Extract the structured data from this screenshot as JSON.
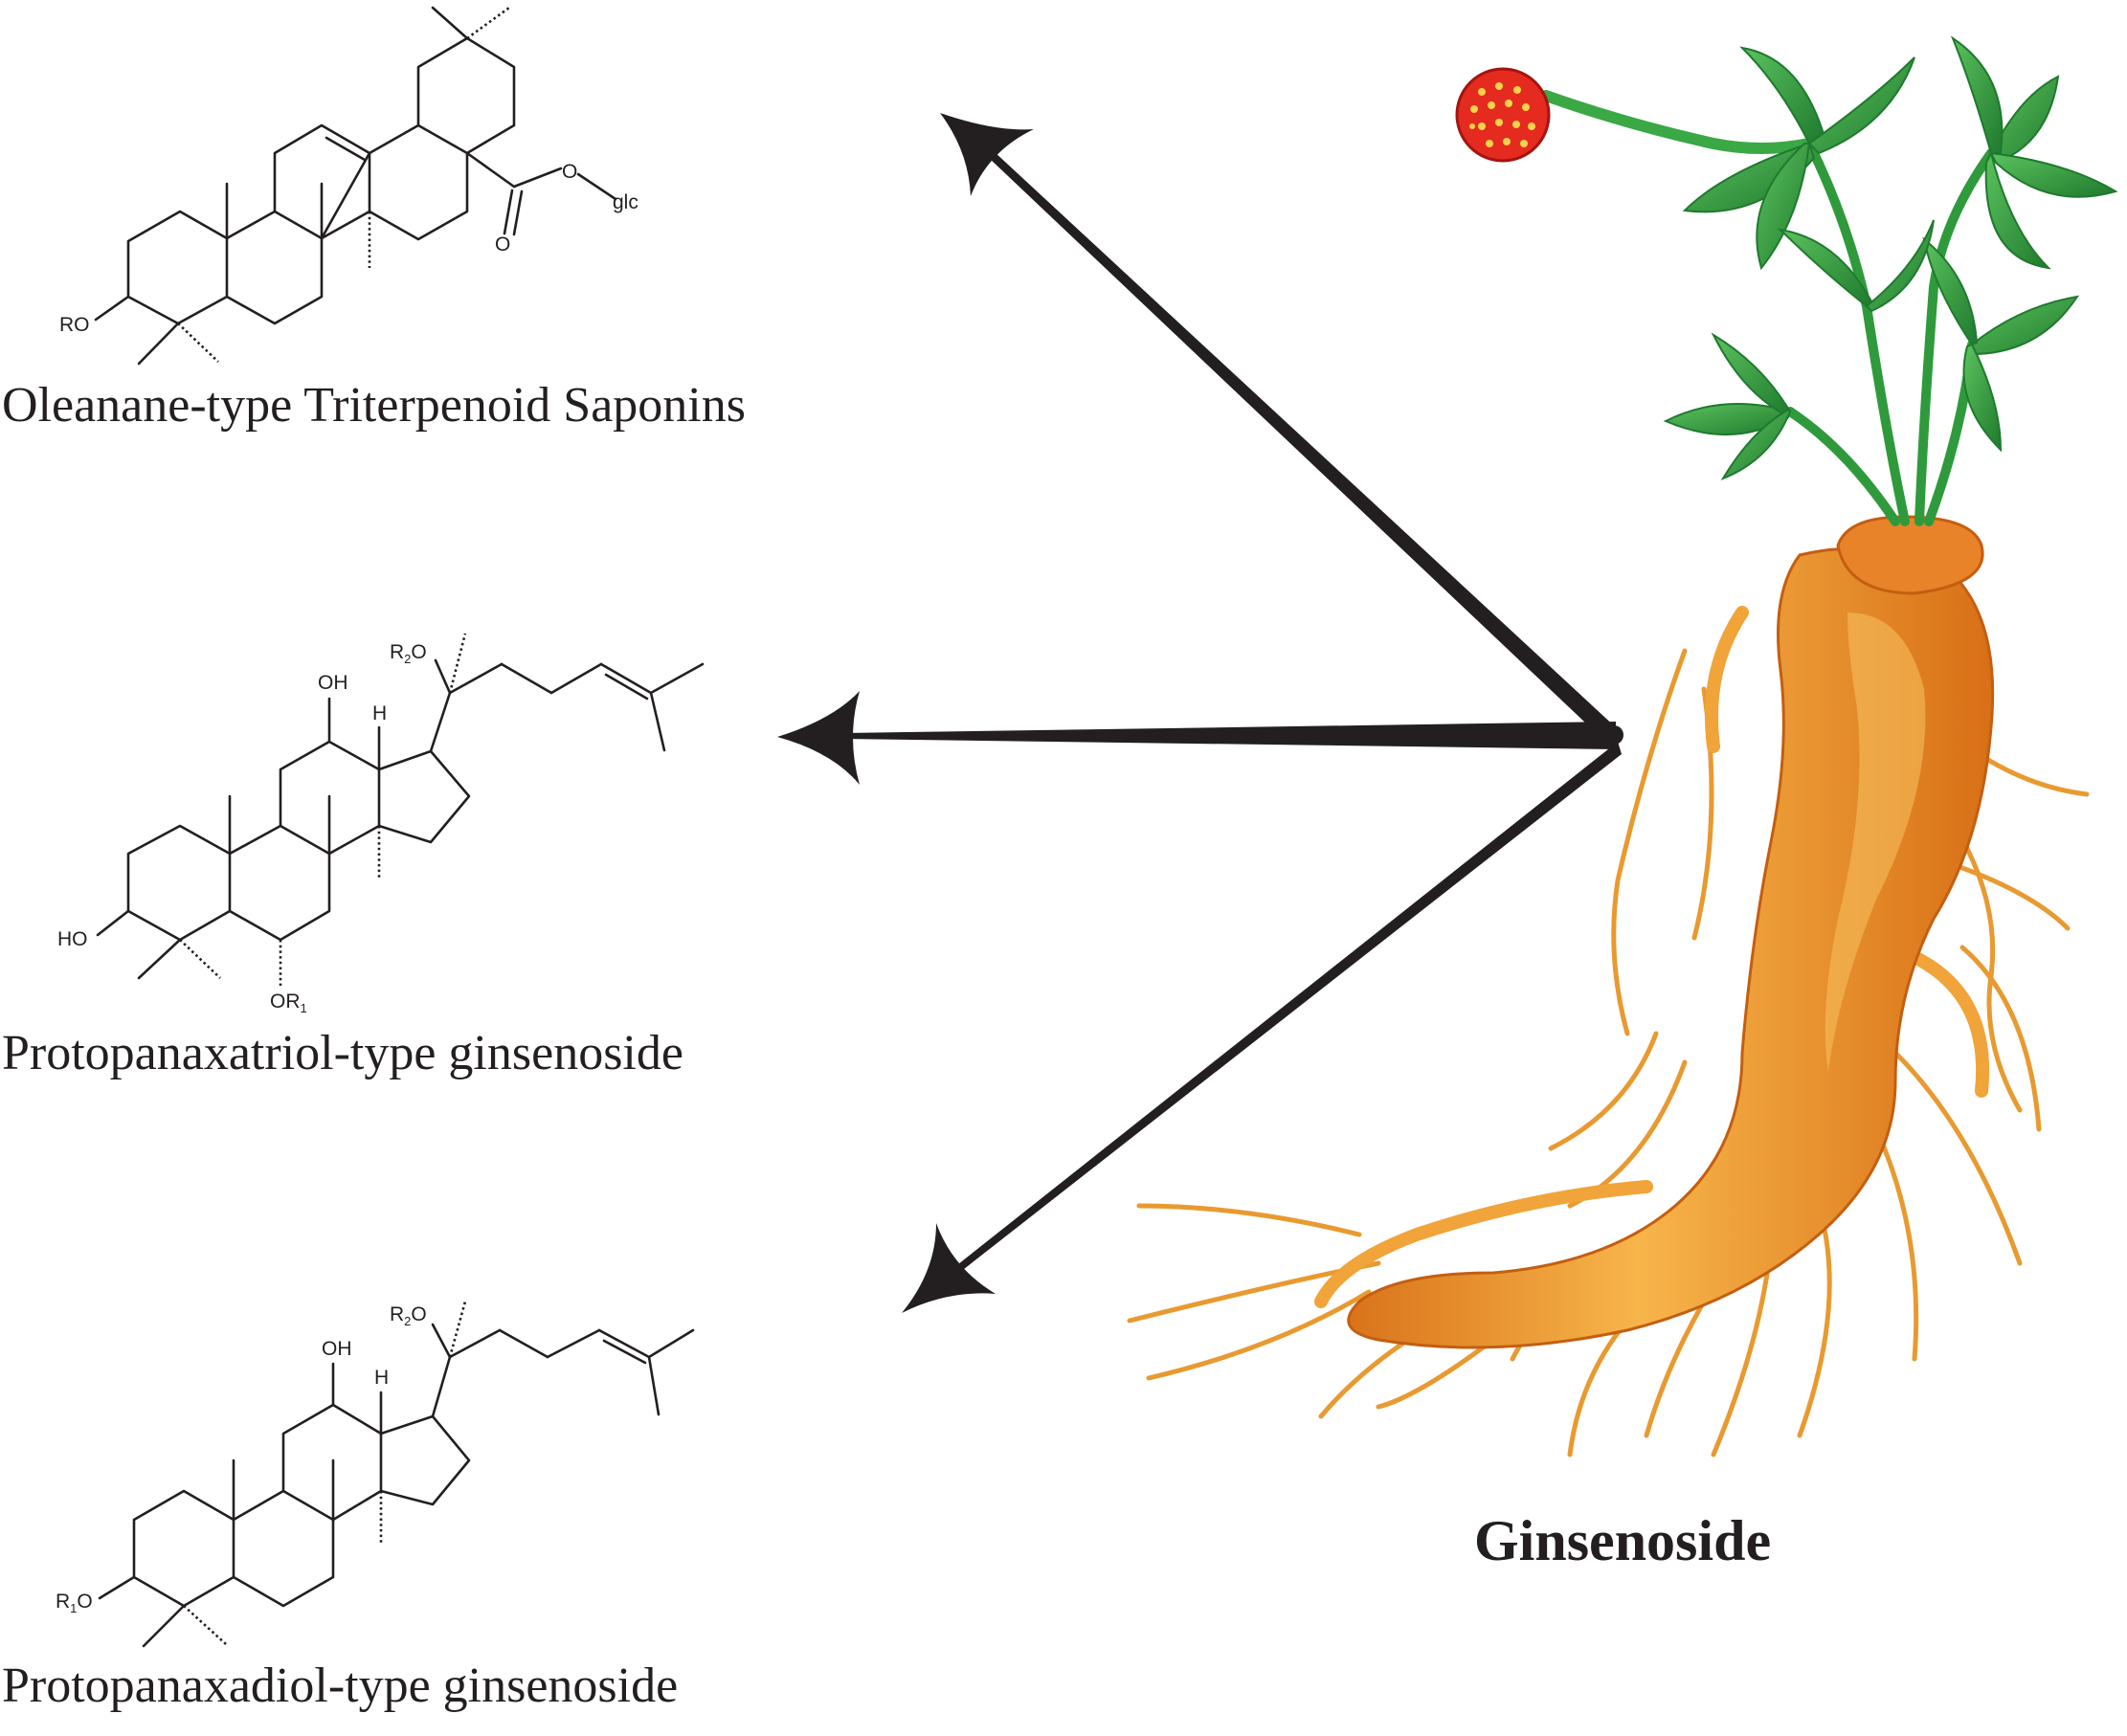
{
  "title": "Ginsenoside",
  "categories": [
    {
      "id": "oleanane",
      "label": "Oleanane-type Triterpenoid Saponins",
      "atoms": {
        "ro": "RO",
        "o": "O",
        "dbl_o": "O",
        "glc": "glc"
      }
    },
    {
      "id": "ppt",
      "label": "Protopanaxatriol-type ginsenoside",
      "atoms": {
        "r2o": "R2O",
        "oh": "OH",
        "h": "H",
        "ho": "HO",
        "or1": "OR1"
      }
    },
    {
      "id": "ppd",
      "label": "Protopanaxadiol-type ginsenoside",
      "atoms": {
        "r2o": "R2O",
        "oh": "OH",
        "h": "H",
        "r1o": "R1O"
      }
    }
  ],
  "colors": {
    "text": "#231f20",
    "arrow": "#231f20",
    "berry": "#e52a1f",
    "leaf": "#3aa845",
    "leaf_dark": "#1f7a2e",
    "root": "#f0962a",
    "root_light": "#f7c260"
  }
}
